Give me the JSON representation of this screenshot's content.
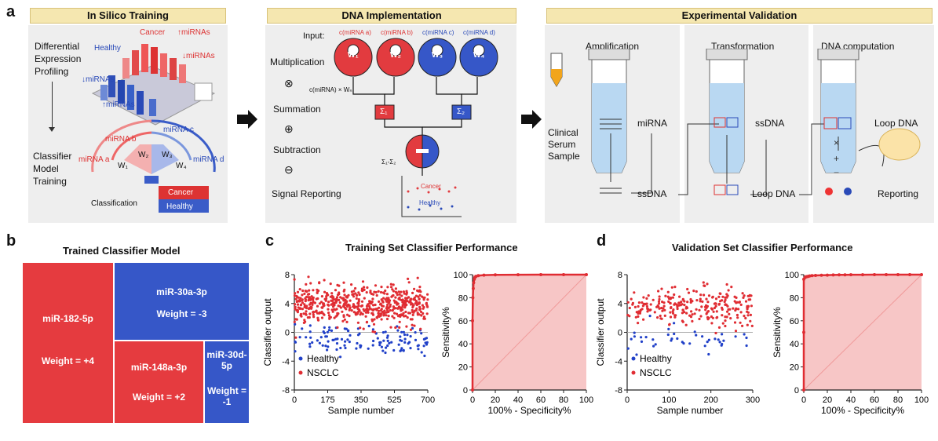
{
  "panel_labels": {
    "a": "a",
    "b": "b",
    "c": "c",
    "d": "d"
  },
  "panel_a": {
    "headers": [
      "In Silico Training",
      "DNA Implementation",
      "Experimental Validation"
    ],
    "in_silico": {
      "diff_expr": [
        "Differential",
        "Expression",
        "Profiling"
      ],
      "classifier": [
        "Classifier",
        "Model",
        "Training"
      ],
      "cancer": "Cancer",
      "healthy": "Healthy",
      "up_mirnas": "↑miRNAs",
      "down_mirnas": "↓miRNAs",
      "up_mirnas_blue": "↑miRNAs",
      "down_mirnas_blue": "↓miRNAs",
      "mirna_a": "miRNA a",
      "mirna_b": "miRNA b",
      "mirna_c": "miRNA c",
      "mirna_d": "miRNA d",
      "w1": "W₁",
      "w2": "W₂",
      "w3": "W₃",
      "w4": "W₄",
      "classification": "Classification",
      "box_cancer": "Cancer",
      "box_healthy": "Healthy"
    },
    "dna_impl": {
      "input": "Input:",
      "inputs": [
        "c(miRNA a)",
        "c(miRNA b)",
        "c(miRNA c)",
        "c(miRNA d)"
      ],
      "weights": [
        "W₁",
        "W₂",
        "W₃",
        "W₄"
      ],
      "steps": [
        "Multiplication",
        "Summation",
        "Subtraction",
        "Signal Reporting"
      ],
      "step_symbols": [
        "⊗",
        "⊕",
        "⊖"
      ],
      "product": "c(miRNA) × Wₙ",
      "sum1": "Σ₁",
      "sum2": "Σ₂",
      "diff": "Σ₁-Σ₂",
      "cancer": "Cancer",
      "healthy": "Healthy"
    },
    "validation": {
      "amplification": "Amplification",
      "transformation": "Transformation",
      "dna_computation": "DNA computation",
      "sample": [
        "Clinical",
        "Serum",
        "Sample"
      ],
      "mirna": "miRNA",
      "ssdna": "ssDNA",
      "ssdna2": "ssDNA",
      "loop_dna": "Loop DNA",
      "loop_dna2": "Loop DNA",
      "reporting": "Reporting"
    }
  },
  "panel_b": {
    "title": "Trained Classifier Model",
    "tiles": [
      {
        "name": "miR-182-5p",
        "weight": "Weight = +4",
        "color": "#e53b3f"
      },
      {
        "name": "miR-30a-3p",
        "weight": "Weight = -3",
        "color": "#3657c8"
      },
      {
        "name": "miR-148a-3p",
        "weight": "Weight = +2",
        "color": "#e53b3f"
      },
      {
        "name": "miR-30d-5p",
        "weight": "Weight = -1",
        "color": "#3657c8"
      }
    ]
  },
  "colors": {
    "cancer": "#e02d33",
    "healthy": "#2040c8",
    "roc_fill": "#f7c6c6",
    "header_bg": "#f5e7b0",
    "panel_bg": "#eeeeee"
  },
  "chart_data": [
    {
      "type": "scatter",
      "panel": "c",
      "title": "Training Set Classifier Performance",
      "xlabel": "Sample number",
      "ylabel": "Classifier output",
      "xlim": [
        0,
        700
      ],
      "ylim": [
        -8,
        8
      ],
      "xticks": [
        "0",
        "175",
        "350",
        "525",
        "700"
      ],
      "yticks": [
        "8",
        "4",
        "0",
        "-4",
        "-8"
      ],
      "legend": [
        "Healthy",
        "NSCLC"
      ],
      "series": [
        {
          "name": "Healthy",
          "n": 120,
          "mean": -1.0,
          "spread": 1.0
        },
        {
          "name": "NSCLC",
          "n": 580,
          "mean": 3.8,
          "spread": 1.3
        }
      ]
    },
    {
      "type": "area",
      "panel": "c",
      "subtype": "roc",
      "xlabel": "100% - Specificity%",
      "ylabel": "Sensitivity%",
      "xlim": [
        0,
        100
      ],
      "ylim": [
        0,
        100
      ],
      "xticks": [
        "0",
        "20",
        "40",
        "60",
        "80",
        "100"
      ],
      "yticks": [
        "0",
        "20",
        "40",
        "60",
        "80",
        "100"
      ],
      "x": [
        0,
        0,
        0.3,
        0.6,
        1,
        1.5,
        2,
        3,
        5,
        10,
        20,
        40,
        60,
        80,
        100
      ],
      "y": [
        0,
        60,
        80,
        88,
        93,
        96,
        97.5,
        98.5,
        99.2,
        99.6,
        99.8,
        99.9,
        100,
        100,
        100
      ]
    },
    {
      "type": "scatter",
      "panel": "d",
      "title": "Validation Set Classifier Performance",
      "xlabel": "Sample number",
      "ylabel": "Classifier output",
      "xlim": [
        0,
        300
      ],
      "ylim": [
        -8,
        8
      ],
      "xticks": [
        "0",
        "100",
        "200",
        "300"
      ],
      "yticks": [
        "8",
        "4",
        "0",
        "-4",
        "-8"
      ],
      "legend": [
        "Healthy",
        "NSCLC"
      ],
      "series": [
        {
          "name": "Healthy",
          "n": 40,
          "mean": -1.2,
          "spread": 1.1
        },
        {
          "name": "NSCLC",
          "n": 260,
          "mean": 3.6,
          "spread": 1.3
        }
      ]
    },
    {
      "type": "area",
      "panel": "d",
      "subtype": "roc",
      "xlabel": "100% - Specificity%",
      "ylabel": "Sensitivity%",
      "xlim": [
        0,
        100
      ],
      "ylim": [
        0,
        100
      ],
      "xticks": [
        "0",
        "20",
        "40",
        "60",
        "80",
        "100"
      ],
      "yticks": [
        "0",
        "20",
        "40",
        "60",
        "80",
        "100"
      ],
      "x": [
        0,
        0,
        0,
        1,
        2,
        3,
        4,
        5,
        7,
        10,
        15,
        20,
        25,
        30,
        35,
        40,
        50,
        60,
        70,
        80,
        90,
        100
      ],
      "y": [
        0,
        50,
        96,
        97.5,
        98,
        98.3,
        98.6,
        98.9,
        99.1,
        99.3,
        99.5,
        99.6,
        99.7,
        99.8,
        99.85,
        99.9,
        99.95,
        100,
        100,
        100,
        100,
        100
      ]
    }
  ]
}
